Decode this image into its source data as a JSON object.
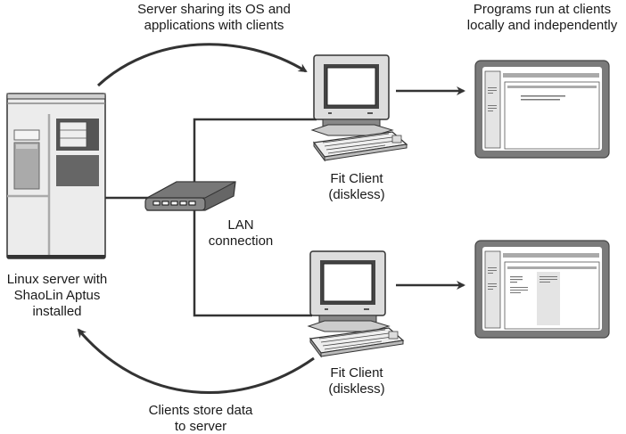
{
  "diagram": {
    "labels": {
      "top_arrow": [
        "Server sharing its OS and",
        "applications with clients"
      ],
      "top_right": [
        "Programs run at clients",
        "locally and independently"
      ],
      "server": [
        "Linux server with",
        "ShaoLin Aptus",
        "installed"
      ],
      "lan": [
        "LAN",
        "connection"
      ],
      "client_top": [
        "Fit Client",
        "(diskless)"
      ],
      "client_bottom": [
        "Fit Client",
        "(diskless)"
      ],
      "bottom_arrow": [
        "Clients store data",
        "to server"
      ]
    },
    "nodes": [
      {
        "id": "server",
        "type": "linux-server"
      },
      {
        "id": "switch",
        "type": "lan-switch"
      },
      {
        "id": "client_top",
        "type": "fit-client"
      },
      {
        "id": "client_bottom",
        "type": "fit-client"
      },
      {
        "id": "screen_top",
        "type": "program-window"
      },
      {
        "id": "screen_bottom",
        "type": "program-window"
      }
    ],
    "edges": [
      {
        "from": "server",
        "to": "switch",
        "kind": "lan-cable"
      },
      {
        "from": "switch",
        "to": "client_top",
        "kind": "lan-cable"
      },
      {
        "from": "switch",
        "to": "client_bottom",
        "kind": "lan-cable"
      },
      {
        "from": "server",
        "to": "client_top",
        "kind": "curved-arrow",
        "label": "top_arrow"
      },
      {
        "from": "client_bottom",
        "to": "server",
        "kind": "curved-arrow",
        "label": "bottom_arrow"
      },
      {
        "from": "client_top",
        "to": "screen_top",
        "kind": "arrow"
      },
      {
        "from": "client_bottom",
        "to": "screen_bottom",
        "kind": "arrow"
      }
    ],
    "colors": {
      "line": "#333333",
      "dark_gray": "#666666",
      "mid_gray": "#999999",
      "light_gray": "#e6e6e6",
      "frame_gray": "#7a7a7a"
    }
  }
}
